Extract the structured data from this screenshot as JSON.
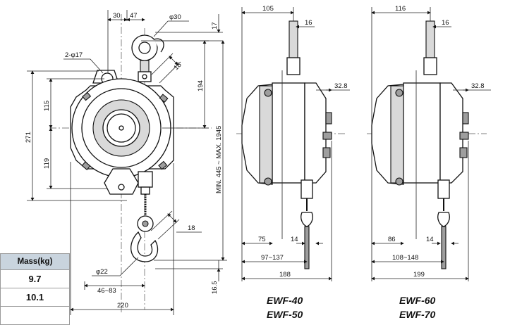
{
  "mass_table": {
    "header": "Mass(kg)",
    "values": [
      "9.7",
      "10.1",
      ""
    ]
  },
  "front_view": {
    "dim_top_30": "30",
    "dim_top_47": "47",
    "dim_hook_dia": "φ30",
    "dim_17": "17",
    "dim_holes": "2-φ17",
    "dim_18_top": "18",
    "dim_194": "194",
    "dim_115": "115",
    "dim_271": "271",
    "dim_119": "119",
    "dim_stroke": "MIN. 445 ~ MAX. 1945",
    "dim_18_bottom": "18",
    "dim_phi22": "φ22",
    "dim_46_83": "46~83",
    "dim_16_5": "16.5",
    "dim_220": "220"
  },
  "side_view_a": {
    "dim_105": "105",
    "dim_16": "16",
    "dim_32_8": "32.8",
    "dim_75": "75",
    "dim_14": "14",
    "dim_range": "97~137",
    "dim_188": "188",
    "models": [
      "EWF-40",
      "EWF-50"
    ]
  },
  "side_view_b": {
    "dim_116": "116",
    "dim_16": "16",
    "dim_32_8": "32.8",
    "dim_86": "86",
    "dim_14": "14",
    "dim_range": "108~148",
    "dim_199": "199",
    "models": [
      "EWF-60",
      "EWF-70"
    ]
  }
}
